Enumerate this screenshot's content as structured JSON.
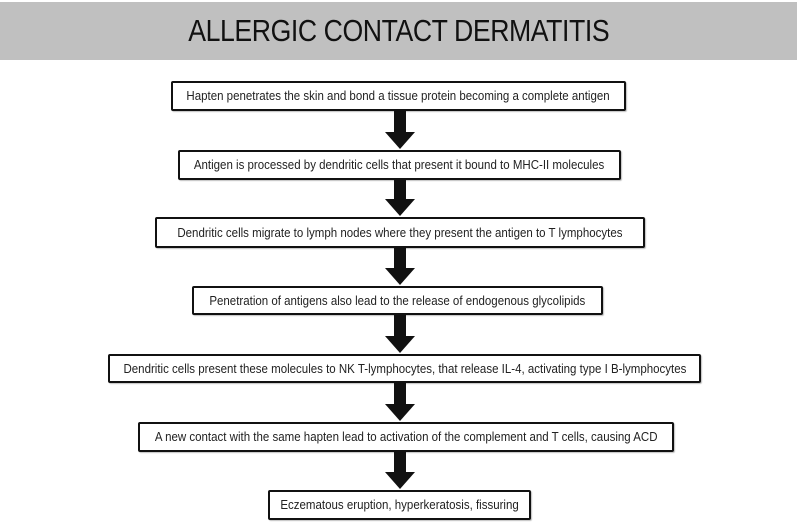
{
  "header": {
    "title": "ALLERGIC CONTACT DERMATITIS",
    "background_color": "#c0c0c0"
  },
  "flowchart": {
    "steps": [
      {
        "label": "Hapten penetrates the skin and bond a tissue protein becoming a complete antigen"
      },
      {
        "label": "Antigen is processed by dendritic cells that present it bound to MHC-II molecules"
      },
      {
        "label": "Dendritic cells migrate to lymph nodes where they present the antigen to T lymphocytes"
      },
      {
        "label": "Penetration of antigens also lead to the release of endogenous glycolipids"
      },
      {
        "label": "Dendritic cells present these molecules to NK T-lymphocytes, that release IL-4, activating type I B-lymphocytes"
      },
      {
        "label": "A new contact with the same hapten lead to activation of the complement and T cells, causing ACD"
      },
      {
        "label": "Eczematous eruption, hyperkeratosis, fissuring"
      }
    ],
    "connector_icon": "arrow-down-icon",
    "connector_count": 6
  }
}
